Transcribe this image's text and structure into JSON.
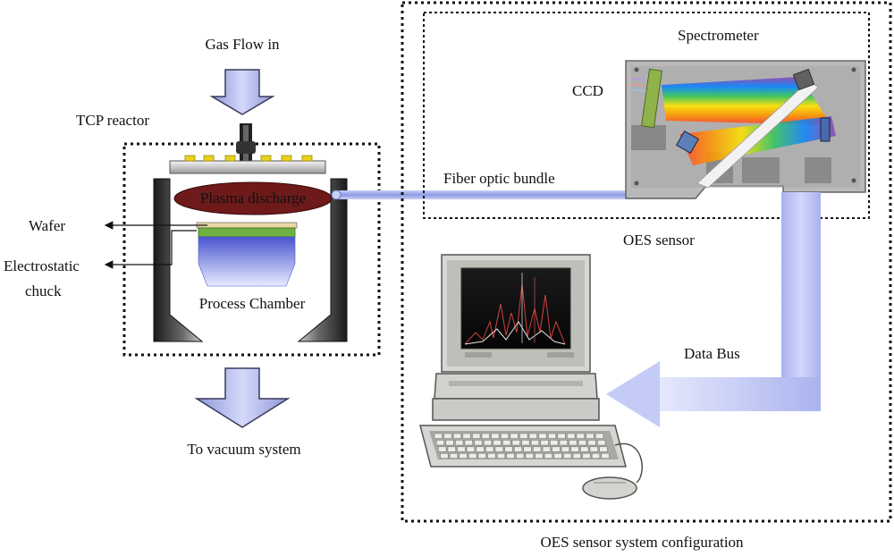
{
  "labels": {
    "gas_flow_in": "Gas Flow in",
    "tcp_reactor": "TCP reactor",
    "plasma_discharge": "Plasma discharge",
    "wafer": "Wafer",
    "electrostatic_chuck_line1": "Electrostatic",
    "electrostatic_chuck_line2": "chuck",
    "process_chamber": "Process Chamber",
    "to_vacuum_system": "To vacuum system",
    "spectrometer": "Spectrometer",
    "ccd": "CCD",
    "fiber_optic_bundle": "Fiber optic bundle",
    "oes_sensor": "OES sensor",
    "data_bus": "Data Bus",
    "oes_sensor_system_configuration": "OES sensor system configuration"
  },
  "colors": {
    "arrow_fill": "#b7bff0",
    "arrow_stroke": "#3a3a5a",
    "plasma": "#6e1a1a",
    "chamber_wall": "#2a2a2a",
    "chuck": "#5560d8",
    "wafer": "#7ab84a",
    "coil": "#e6d21a",
    "fiber": "#9aa6e8",
    "data_bus": "#b8c0f2",
    "dotted_border": "#111111"
  },
  "icons": [
    "gas-inlet-arrow-icon",
    "vacuum-outlet-arrow-icon",
    "spectrometer-icon",
    "computer-icon",
    "keyboard-icon",
    "mouse-icon",
    "data-bus-arrow-icon"
  ]
}
